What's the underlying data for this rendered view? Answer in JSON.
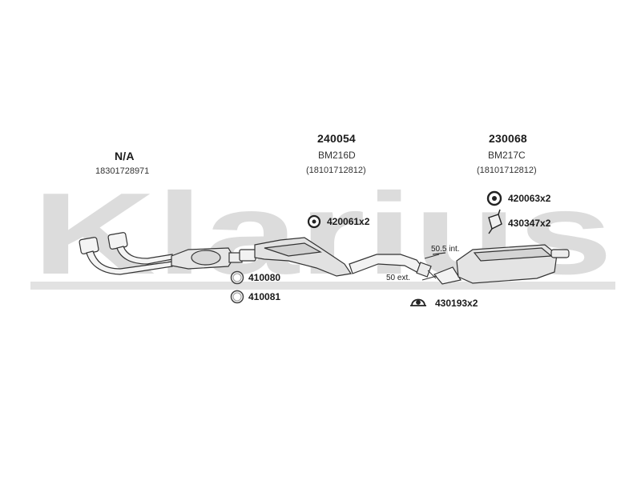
{
  "watermark": {
    "text": "Klarius",
    "color": "#d9d9d9"
  },
  "groups": [
    {
      "part_number": "N/A",
      "reference": "18301728971"
    },
    {
      "part_number": "240054",
      "code": "BM216D",
      "reference": "(18101712812)"
    },
    {
      "part_number": "230068",
      "code": "BM217C",
      "reference": "(18101712812)"
    }
  ],
  "accessories": [
    {
      "label": "420061x2",
      "icon": "rubber-ring-icon"
    },
    {
      "label": "410080",
      "icon": "gasket-ring-icon"
    },
    {
      "label": "410081",
      "icon": "gasket-ring-icon"
    },
    {
      "label": "420063x2",
      "icon": "rubber-mount-icon"
    },
    {
      "label": "430347x2",
      "icon": "hanger-bracket-icon"
    },
    {
      "label": "430193x2",
      "icon": "clamp-icon"
    }
  ],
  "dimensions": {
    "int": "50.5 int.",
    "ext": "50 ext."
  }
}
